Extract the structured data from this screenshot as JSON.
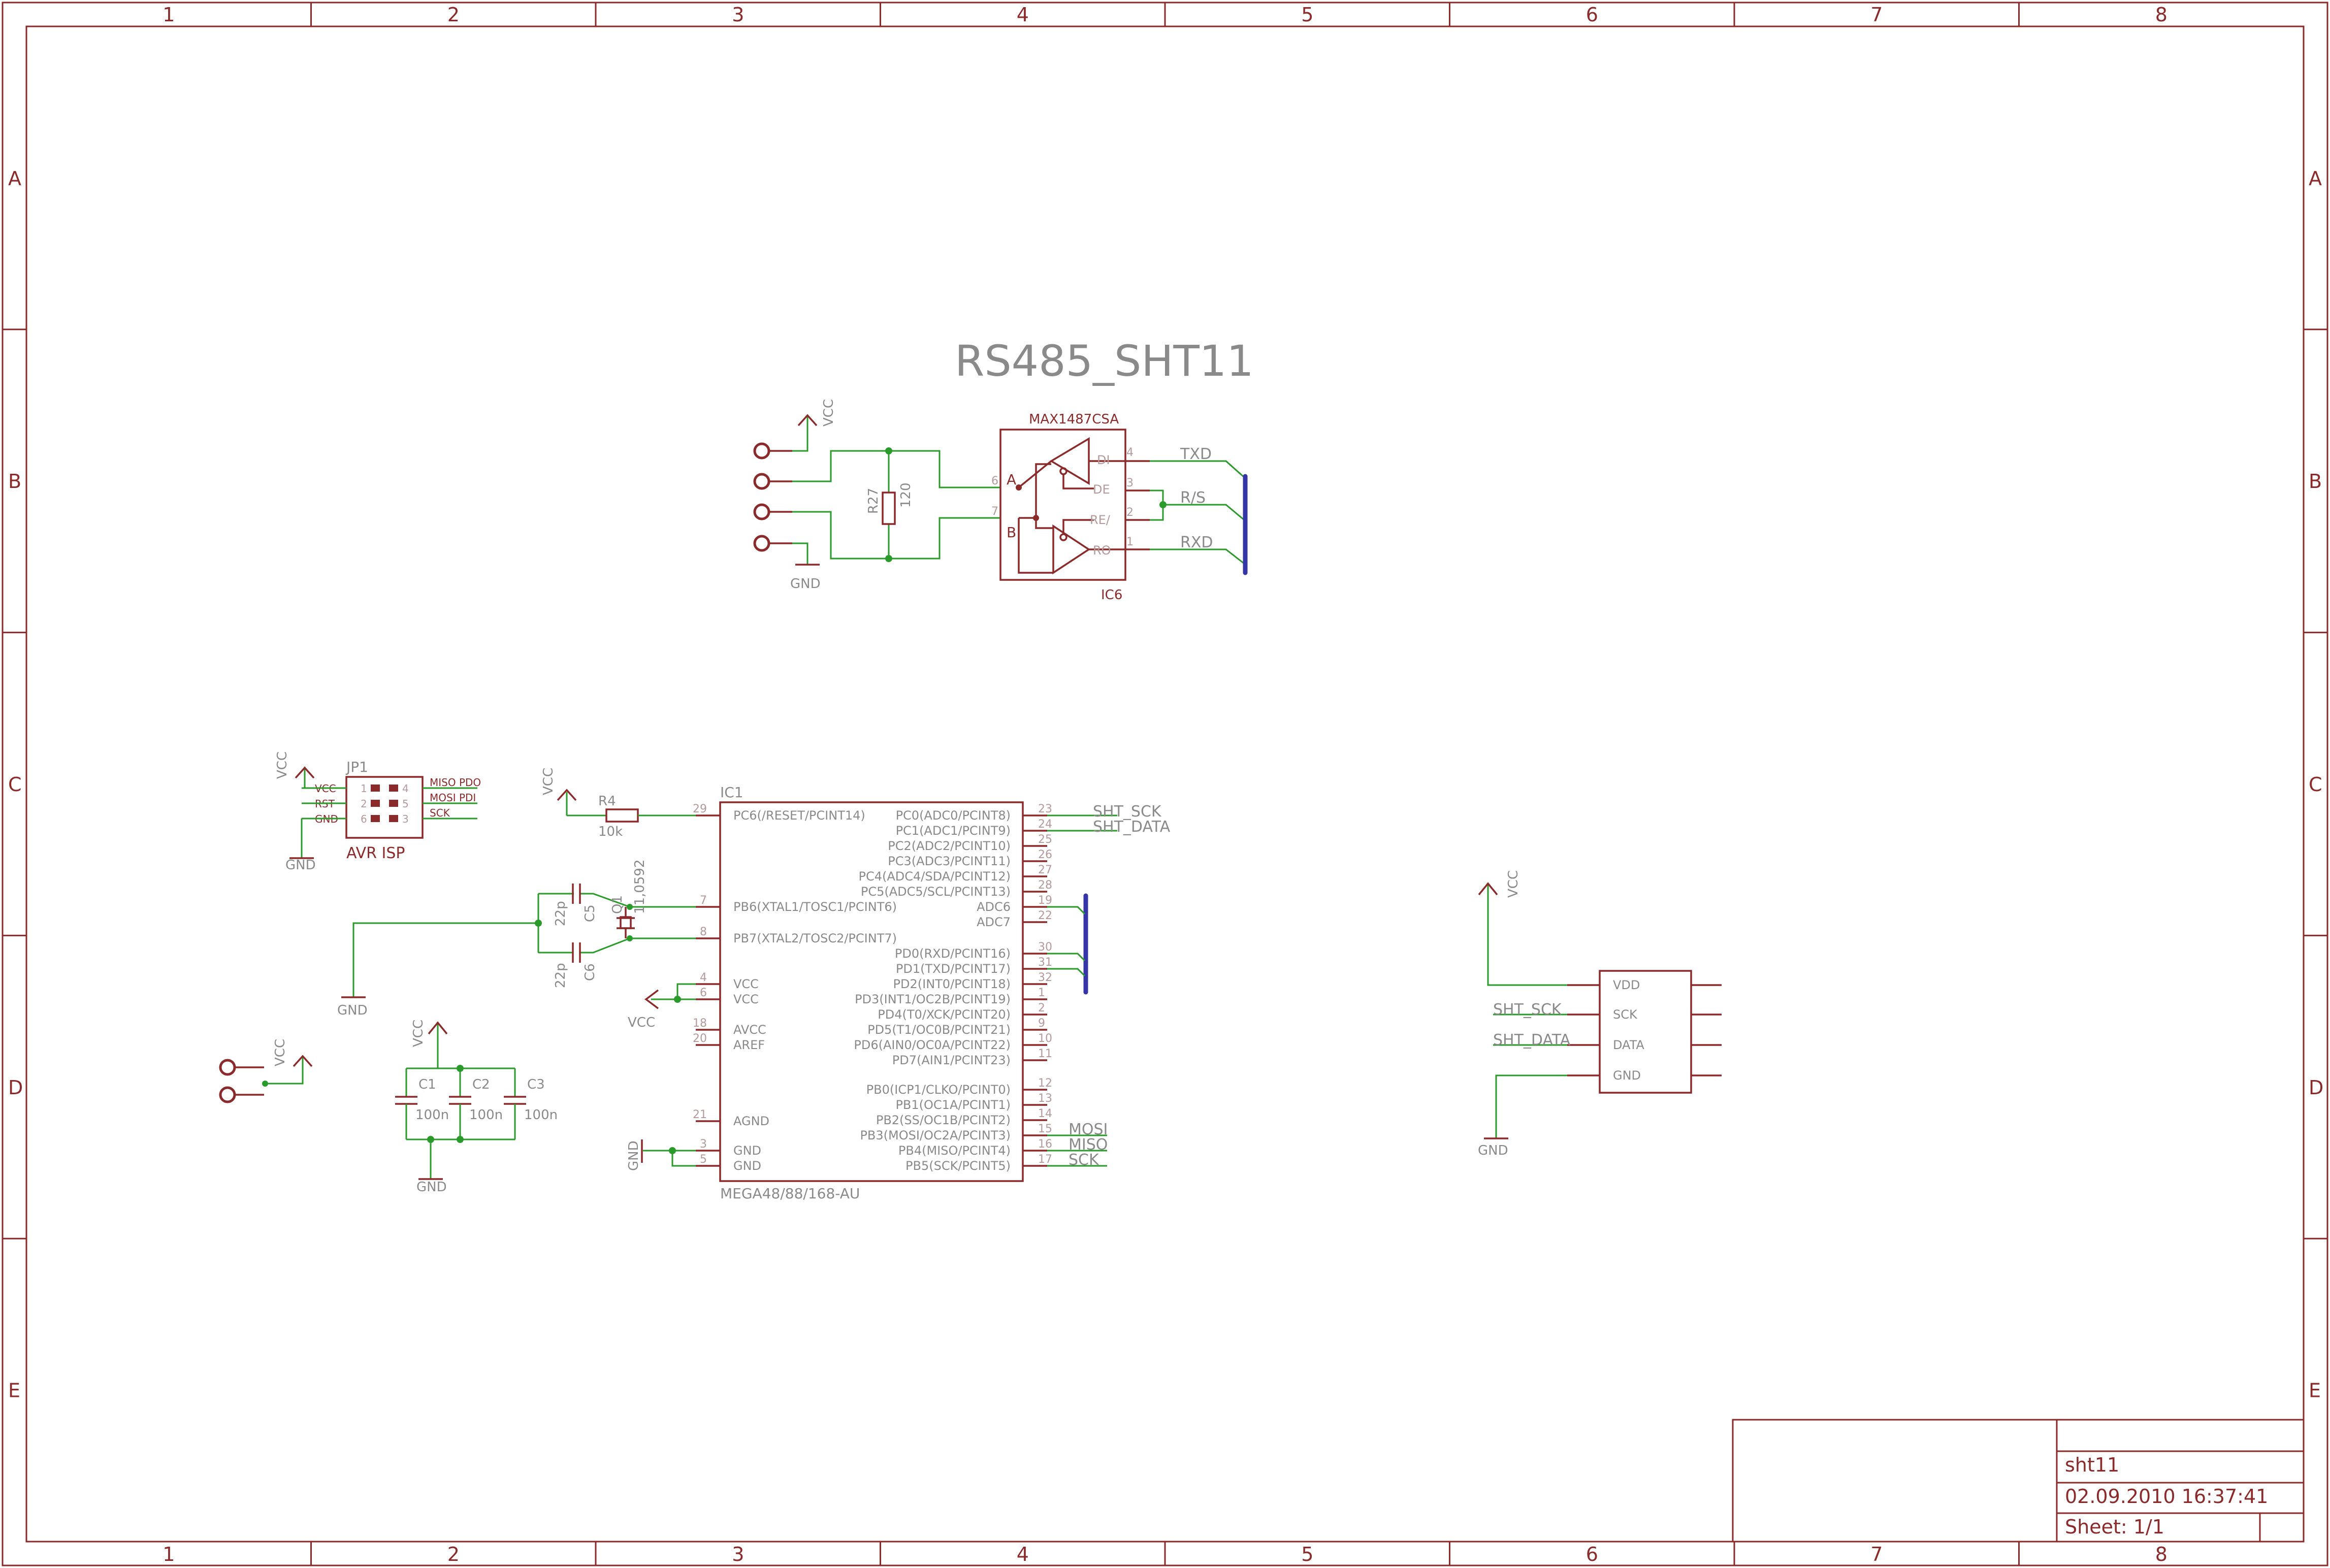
{
  "colors": {
    "frame": "#8b2a2a",
    "wire": "#2a9a2a",
    "bus": "#3535a8",
    "label": "#8a8a8a"
  },
  "frame": {
    "columns": [
      "1",
      "2",
      "3",
      "4",
      "5",
      "6",
      "7",
      "8"
    ],
    "rows": [
      "A",
      "B",
      "C",
      "D",
      "E"
    ]
  },
  "title": "RS485_SHT11",
  "rs485": {
    "ic_value": "MAX1487CSA",
    "ic_name": "IC6",
    "pin_di": "DI",
    "pin_de": "DE",
    "pin_re": "RE/",
    "pin_ro": "RO",
    "pin_a": "A",
    "pin_b": "B",
    "pinnum_di": "4",
    "pinnum_de": "3",
    "pinnum_re": "2",
    "pinnum_ro": "1",
    "pinnum_a": "6",
    "pinnum_b": "7",
    "net_txd": "TXD",
    "net_rs": "R/S",
    "net_rxd": "RXD",
    "r_name": "R27",
    "r_value": "120",
    "vcc": "VCC",
    "gnd": "GND"
  },
  "isp": {
    "name": "JP1",
    "value": "AVR ISP",
    "vcc": "VCC",
    "gnd": "GND",
    "left_labels": [
      "VCC",
      "RST",
      "GND"
    ],
    "right_labels": [
      "MISO PDO",
      "MOSI PDI",
      "SCK"
    ],
    "left_nums": [
      "1",
      "2",
      "6"
    ],
    "right_nums": [
      "4",
      "5",
      "3"
    ]
  },
  "mcu": {
    "name": "IC1",
    "value": "MEGA48/88/168-AU",
    "left_pins": [
      {
        "num": "29",
        "label": "PC6(/RESET/PCINT14)"
      },
      {
        "num": "7",
        "label": "PB6(XTAL1/TOSC1/PCINT6)"
      },
      {
        "num": "8",
        "label": "PB7(XTAL2/TOSC2/PCINT7)"
      },
      {
        "num": "4",
        "label": "VCC"
      },
      {
        "num": "6",
        "label": "VCC"
      },
      {
        "num": "18",
        "label": "AVCC"
      },
      {
        "num": "20",
        "label": "AREF"
      },
      {
        "num": "21",
        "label": "AGND"
      },
      {
        "num": "3",
        "label": "GND"
      },
      {
        "num": "5",
        "label": "GND"
      }
    ],
    "right_pins": [
      {
        "num": "23",
        "label": "PC0(ADC0/PCINT8)"
      },
      {
        "num": "24",
        "label": "PC1(ADC1/PCINT9)"
      },
      {
        "num": "25",
        "label": "PC2(ADC2/PCINT10)"
      },
      {
        "num": "26",
        "label": "PC3(ADC3/PCINT11)"
      },
      {
        "num": "27",
        "label": "PC4(ADC4/SDA/PCINT12)"
      },
      {
        "num": "28",
        "label": "PC5(ADC5/SCL/PCINT13)"
      },
      {
        "num": "19",
        "label": "ADC6"
      },
      {
        "num": "22",
        "label": "ADC7"
      },
      {
        "num": "30",
        "label": "PD0(RXD/PCINT16)"
      },
      {
        "num": "31",
        "label": "PD1(TXD/PCINT17)"
      },
      {
        "num": "32",
        "label": "PD2(INT0/PCINT18)"
      },
      {
        "num": "1",
        "label": "PD3(INT1/OC2B/PCINT19)"
      },
      {
        "num": "2",
        "label": "PD4(T0/XCK/PCINT20)"
      },
      {
        "num": "9",
        "label": "PD5(T1/OC0B/PCINT21)"
      },
      {
        "num": "10",
        "label": "PD6(AIN0/OC0A/PCINT22)"
      },
      {
        "num": "11",
        "label": "PD7(AIN1/PCINT23)"
      },
      {
        "num": "12",
        "label": "PB0(ICP1/CLKO/PCINT0)"
      },
      {
        "num": "13",
        "label": "PB1(OC1A/PCINT1)"
      },
      {
        "num": "14",
        "label": "PB2(SS/OC1B/PCINT2)"
      },
      {
        "num": "15",
        "label": "PB3(MOSI/OC2A/PCINT3)"
      },
      {
        "num": "16",
        "label": "PB4(MISO/PCINT4)"
      },
      {
        "num": "17",
        "label": "PB5(SCK/PCINT5)"
      }
    ],
    "net_sht_sck": "SHT_SCK",
    "net_sht_data": "SHT_DATA",
    "net_mosi": "MOSI",
    "net_miso": "MISO",
    "net_sck": "SCK",
    "r4_name": "R4",
    "r4_value": "10k",
    "vcc_reset": "VCC",
    "vcc_supply": "VCC",
    "gnd_pins": "GND"
  },
  "crystal": {
    "q_name": "Q1",
    "q_value": "11,0592",
    "c5_name": "C5",
    "c6_name": "C6",
    "c_value": "22p",
    "gnd": "GND"
  },
  "power": {
    "vcc": "VCC",
    "gnd": "GND",
    "caps": [
      {
        "name": "C1",
        "value": "100n"
      },
      {
        "name": "C2",
        "value": "100n"
      },
      {
        "name": "C3",
        "value": "100n"
      }
    ],
    "conn_vcc": "VCC"
  },
  "sht": {
    "pins": [
      "VDD",
      "SCK",
      "DATA",
      "GND"
    ],
    "net_sck": "SHT_SCK",
    "net_data": "SHT_DATA",
    "vcc": "VCC",
    "gnd": "GND"
  },
  "titleblock": {
    "name": "sht11",
    "date": "02.09.2010 16:37:41",
    "sheet": "Sheet: 1/1"
  }
}
